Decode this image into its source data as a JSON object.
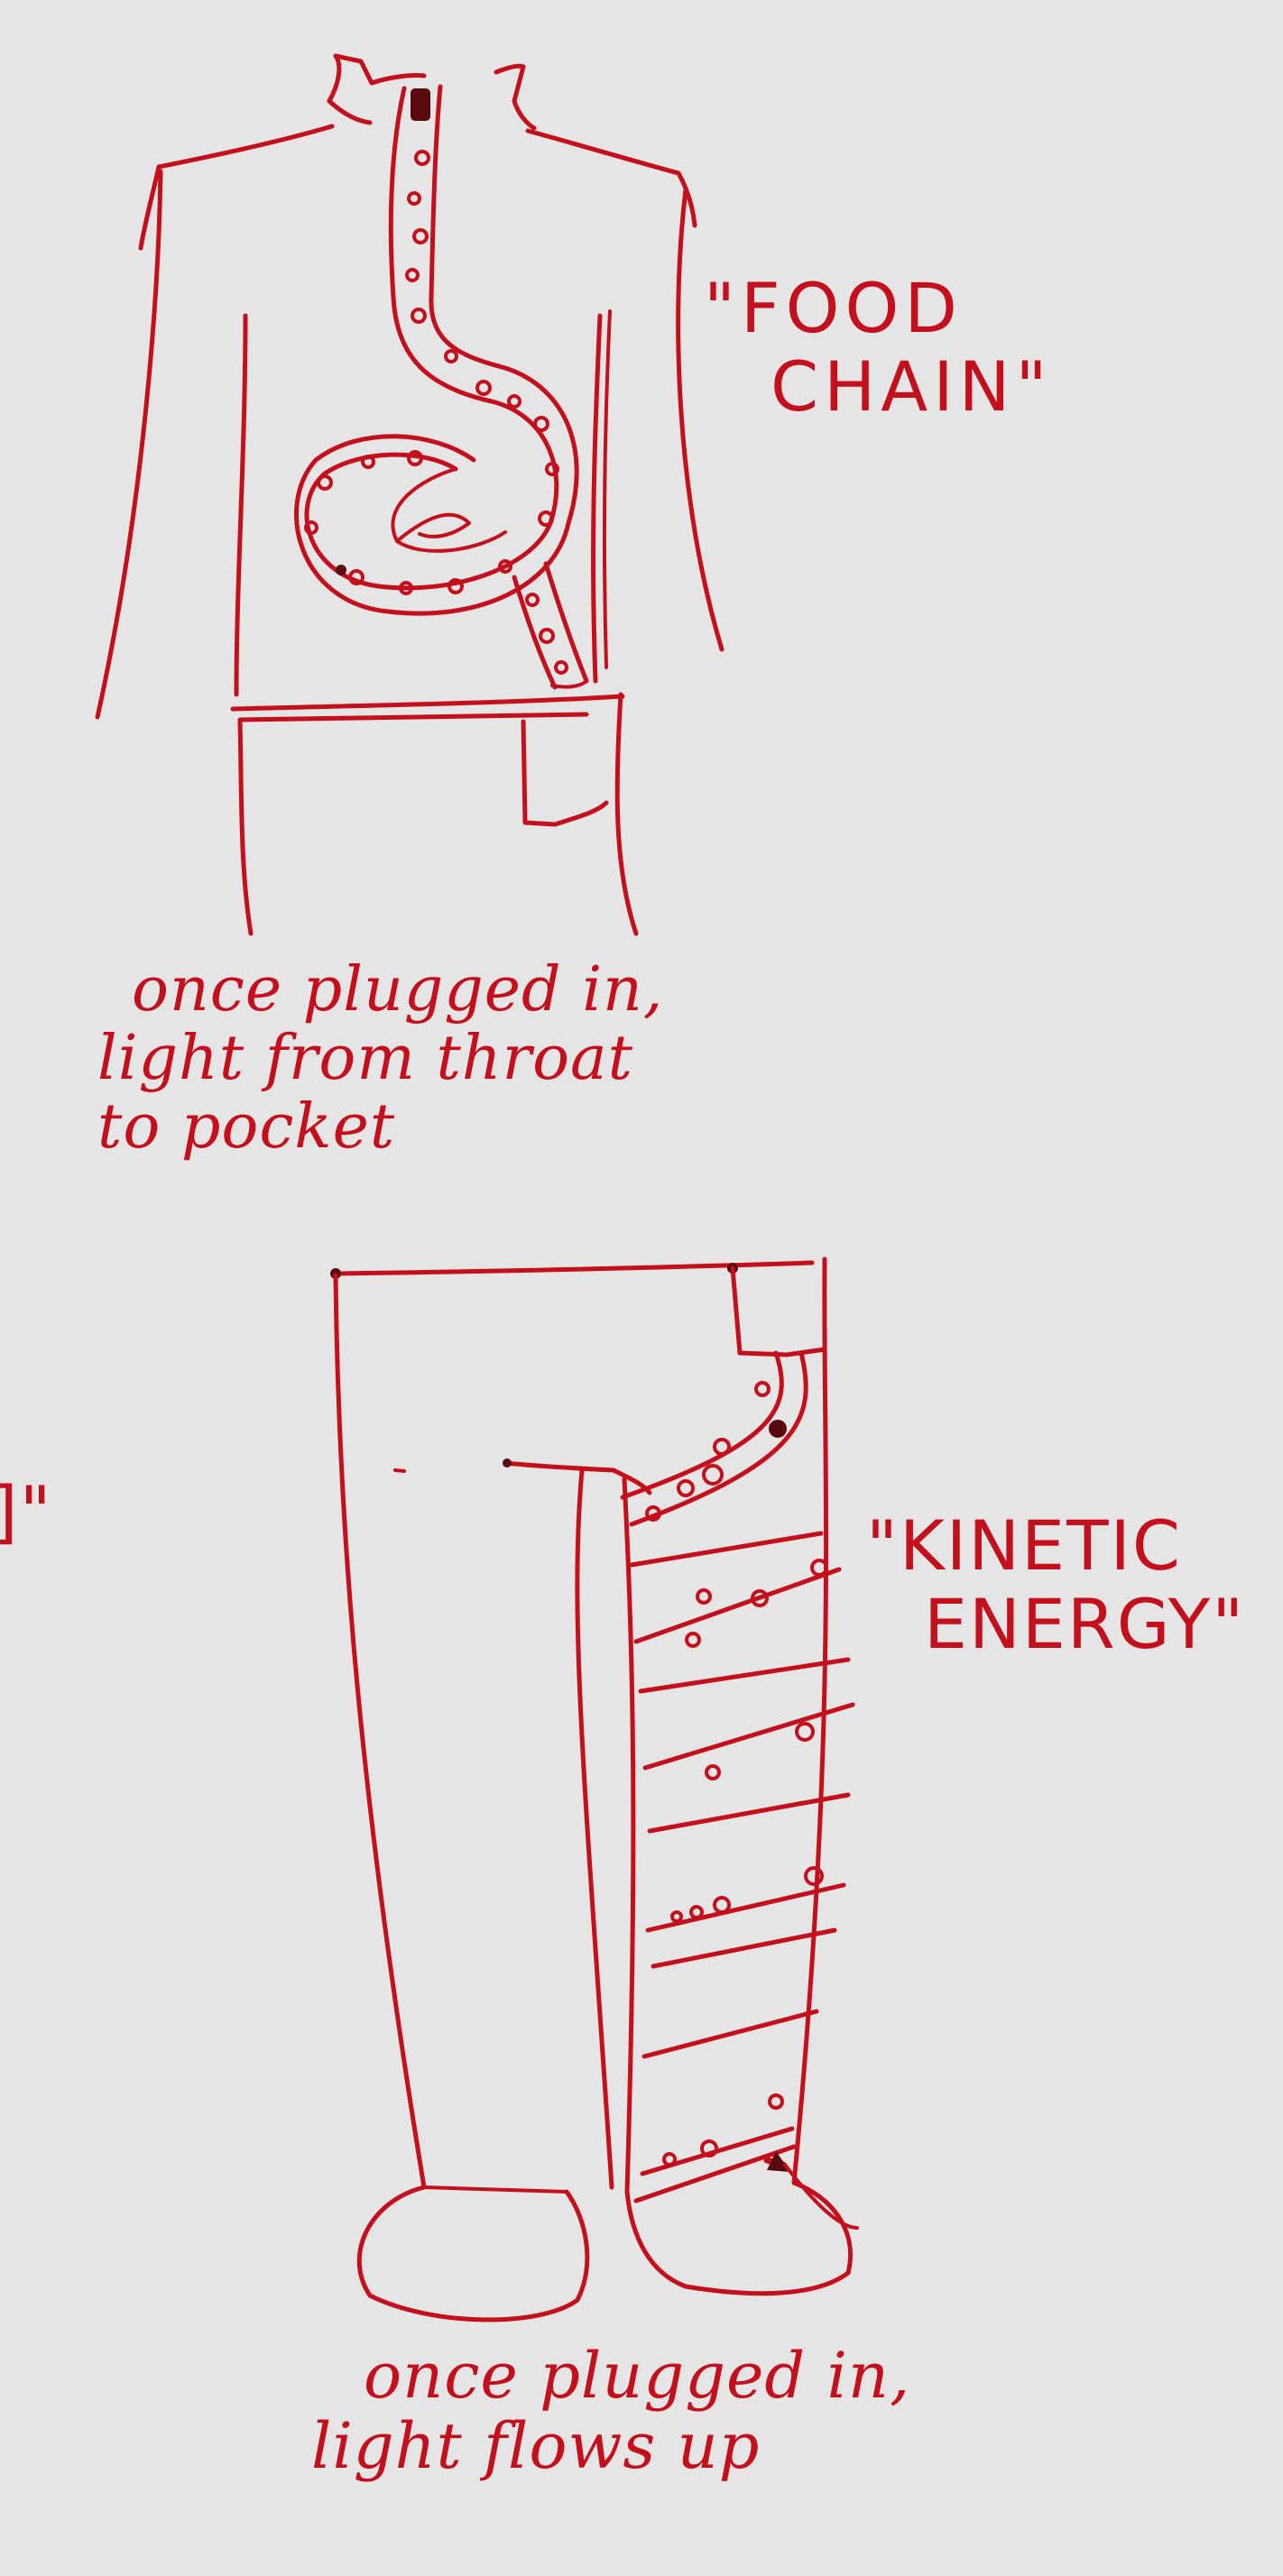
{
  "colors": {
    "ink": "#c4101c",
    "ink_dark": "#5a0a0e",
    "paper": "#e5e5e5"
  },
  "top_sketch": {
    "label_lines": [
      "\"FOOD",
      "CHAIN\""
    ],
    "caption_lines": [
      "once plugged in,",
      "light from throat",
      "to pocket"
    ]
  },
  "bottom_sketch": {
    "label_lines": [
      "\"KINETIC",
      "ENERGY\""
    ],
    "caption_lines": [
      "once plugged in,",
      "light flows up"
    ]
  },
  "edge_fragment": {
    "text": "]\""
  }
}
